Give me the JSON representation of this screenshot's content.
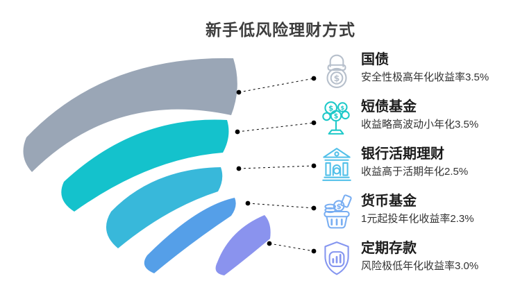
{
  "page": {
    "title": "新手低风险理财方式",
    "title_color": "#3d3d3d",
    "background": "#ffffff",
    "connector_color": "#000000"
  },
  "items": [
    {
      "name": "国债",
      "desc": "安全性极高年化收益率3.5%",
      "band_color": "#9AA6B6",
      "icon_color": "#B6BFCB",
      "icon": "lock-dollar-icon"
    },
    {
      "name": "短债基金",
      "desc": "收益略高波动小年化3.5%",
      "band_color": "#14C2CC",
      "icon_color": "#1EC9C9",
      "icon": "money-tree-icon"
    },
    {
      "name": "银行活期理财",
      "desc": "收益高于活期年化2.5%",
      "band_color": "#38B8DA",
      "icon_color": "#52C0E9",
      "icon": "bank-icon"
    },
    {
      "name": "货币基金",
      "desc": "1元起投年化收益率2.3%",
      "band_color": "#559FE8",
      "icon_color": "#79AEF2",
      "icon": "coin-basket-icon"
    },
    {
      "name": "定期存款",
      "desc": "风险极低年化收益率3.0%",
      "band_color": "#8A93EE",
      "icon_color": "#8596F0",
      "icon": "shield-chart-icon"
    }
  ]
}
